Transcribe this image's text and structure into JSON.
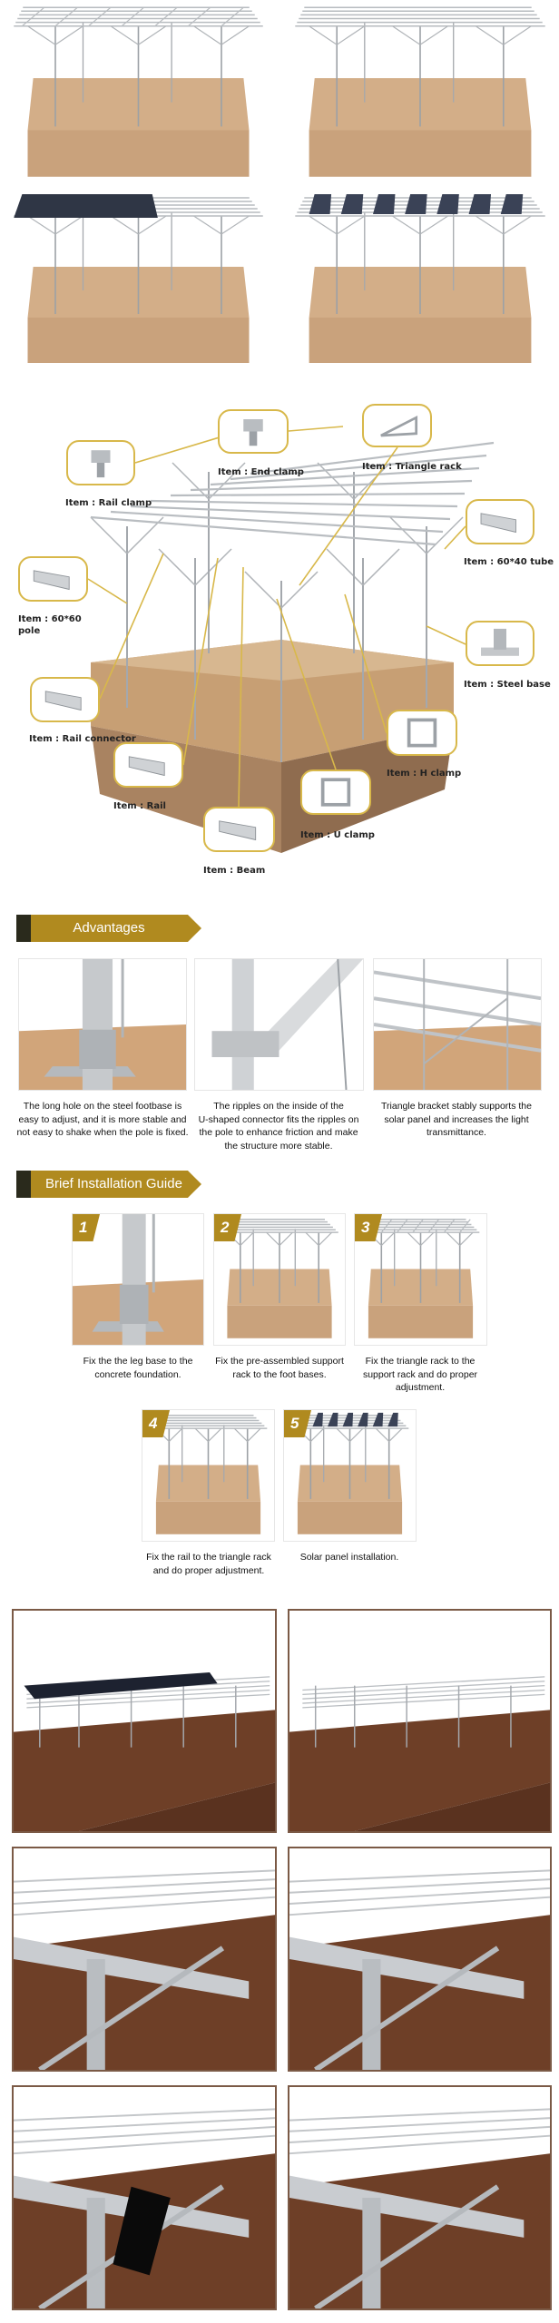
{
  "hero_renders": [
    {
      "variant": "triangle-racks-no-panels"
    },
    {
      "variant": "rails-no-panels"
    },
    {
      "variant": "full-panels"
    },
    {
      "variant": "tilted-panels"
    }
  ],
  "diagram": {
    "items": [
      {
        "key": "end-clamp",
        "label": "Item : End clamp"
      },
      {
        "key": "triangle-rack",
        "label": "Item : Triangle rack"
      },
      {
        "key": "rail-clamp",
        "label": "Item : Rail clamp"
      },
      {
        "key": "tube-60x40",
        "label": "Item : 60*40 tube"
      },
      {
        "key": "pole-60x60",
        "label": "Item : 60*60",
        "label2": "pole"
      },
      {
        "key": "steel-base",
        "label": "Item : Steel base"
      },
      {
        "key": "rail-connector",
        "label": "Item : Rail connector"
      },
      {
        "key": "h-clamp",
        "label": "Item : H clamp"
      },
      {
        "key": "rail",
        "label": "Item : Rail"
      },
      {
        "key": "u-clamp",
        "label": "Item : U clamp"
      },
      {
        "key": "beam",
        "label": "Item : Beam"
      }
    ],
    "accent": "#d8b84a"
  },
  "advantages": {
    "title": "Advantages",
    "cards": [
      {
        "lines": [
          "The long hole on the steel footbase is",
          "easy to adjust, and it is more stable and",
          "not easy to shake when the pole is fixed."
        ]
      },
      {
        "lines": [
          "The ripples on the inside of the",
          "U-shaped connector fits the ripples on",
          "the pole to enhance friction and make",
          "the structure more stable."
        ]
      },
      {
        "lines": [
          "Triangle bracket stably supports the",
          "solar panel and increases the light",
          "transmittance."
        ]
      }
    ]
  },
  "installation": {
    "title": "Brief Installation Guide",
    "steps": [
      {
        "number": "1",
        "lines": [
          "Fix the the leg base to the",
          "concrete foundation."
        ]
      },
      {
        "number": "2",
        "lines": [
          "Fix the pre-assembled support",
          "rack to the foot bases."
        ]
      },
      {
        "number": "3",
        "lines": [
          "Fix the triangle rack to the",
          "support rack and do proper",
          "adjustment."
        ]
      },
      {
        "number": "4",
        "lines": [
          "Fix the rail to the triangle rack",
          "and do proper adjustment."
        ]
      },
      {
        "number": "5",
        "lines": [
          "Solar panel installation."
        ]
      }
    ]
  },
  "colors": {
    "gold": "#b08a1f",
    "dark": "#2a2a1c",
    "sand": "#c9a27c",
    "brown_floor": "#6e3f27",
    "frame_border": "#7b5a46"
  }
}
